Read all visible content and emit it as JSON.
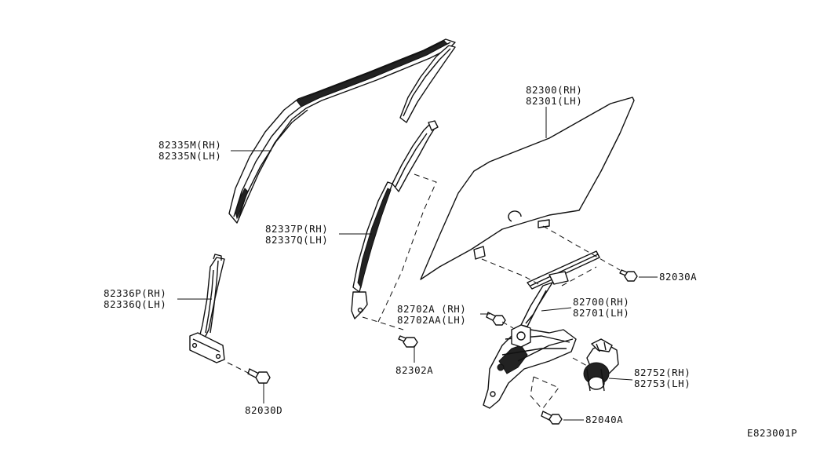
{
  "diagram_code": "E823001P",
  "labels": {
    "p82335": [
      "82335M(RH)",
      "82335N(LH)"
    ],
    "p82300": [
      "82300(RH)",
      "82301(LH)"
    ],
    "p82337": [
      "82337P(RH)",
      "82337Q(LH)"
    ],
    "p82336": [
      "82336P(RH)",
      "82336Q(LH)"
    ],
    "p82702": [
      "82702A (RH)",
      "82702AA(LH)"
    ],
    "p82700": [
      "82700(RH)",
      "82701(LH)"
    ],
    "p82030A": "82030A",
    "p82302A": "82302A",
    "p82752": [
      "82752(RH)",
      "82753(LH)"
    ],
    "p82030D": "82030D",
    "p82040A": "82040A"
  }
}
